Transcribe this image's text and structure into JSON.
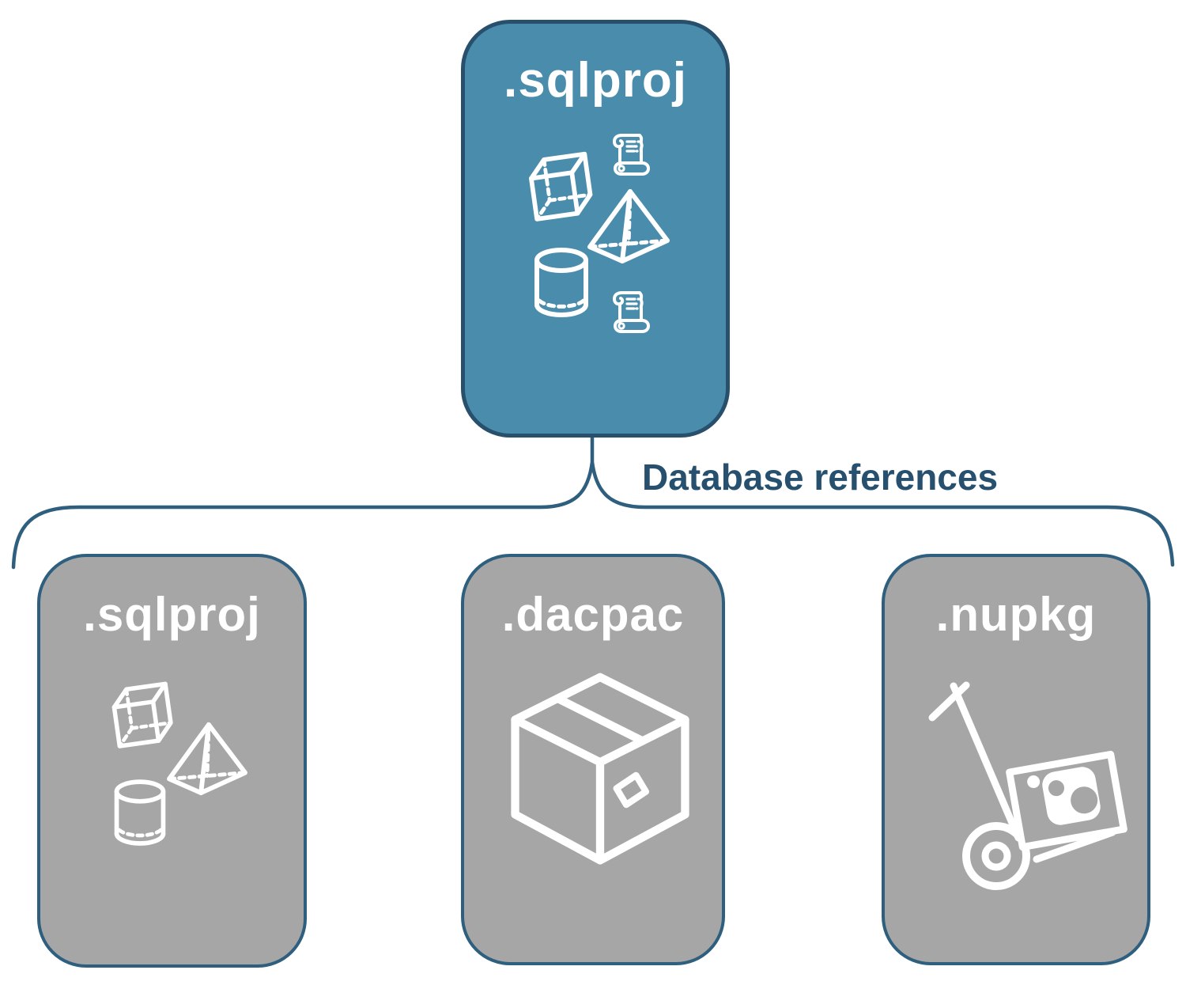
{
  "root_node": {
    "label": ".sqlproj",
    "icons": [
      "cube-3d",
      "script-scroll",
      "pyramid-3d",
      "database-cylinder",
      "script-scroll"
    ]
  },
  "connector": {
    "label": "Database references"
  },
  "child_nodes": [
    {
      "label": ".sqlproj",
      "icons": [
        "cube-3d",
        "pyramid-3d",
        "database-cylinder"
      ]
    },
    {
      "label": ".dacpac",
      "icons": [
        "package-box"
      ]
    },
    {
      "label": ".nupkg",
      "icons": [
        "nuget-hand-truck"
      ]
    }
  ],
  "colors": {
    "root_fill": "#4A8CAC",
    "child_fill": "#A6A6A6",
    "border": "#2E5F7E",
    "connector_line": "#2E5F7E",
    "connector_text": "#27506F",
    "icon_stroke": "#FFFFFF"
  }
}
